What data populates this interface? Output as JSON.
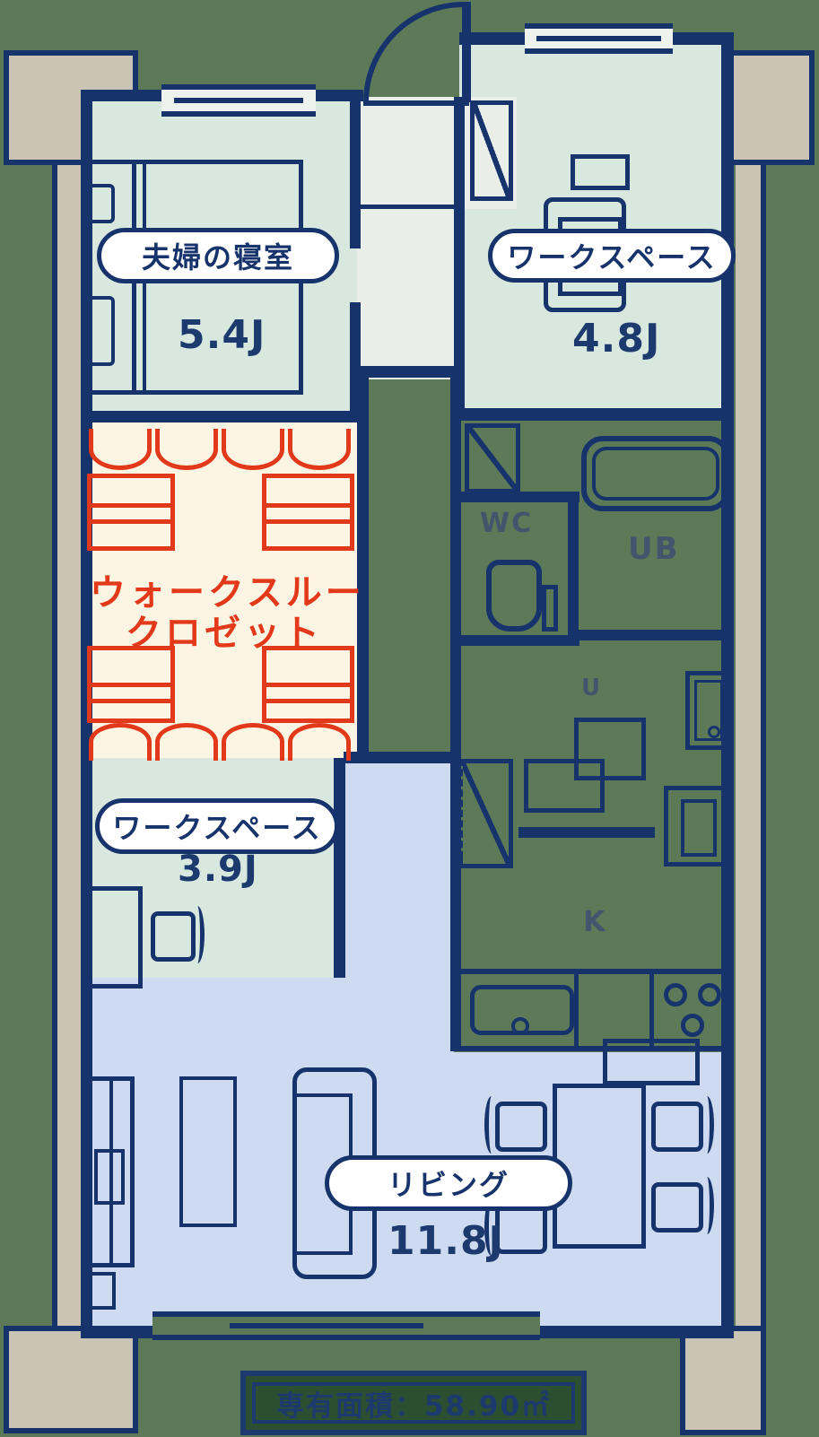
{
  "rooms": {
    "bedroom": {
      "label": "夫婦の寝室",
      "size": "5.4J"
    },
    "workspace_top": {
      "label": "ワークスペース",
      "size": "4.8J"
    },
    "closet": {
      "line1": "ウォークスルー",
      "line2": "クロゼット"
    },
    "workspace_left": {
      "label": "ワークスペース",
      "size": "3.9J"
    },
    "living": {
      "label": "リビング",
      "size": "11.8J"
    },
    "wc": {
      "label": "WC"
    },
    "bath": {
      "label": "UB"
    },
    "utility": {
      "label": "U"
    },
    "kitchen": {
      "label": "K"
    }
  },
  "footer": {
    "area_text": "専有面積：58.90㎡"
  },
  "colors": {
    "background": "#5c7a57",
    "wall_navy": "#17336b",
    "balcony_beige": "#cac4b4",
    "room_mint": "#d9e8df",
    "hall_pale": "#e9efe8",
    "closet_cream": "#fdf5e3",
    "closet_red": "#e2391b",
    "living_blue": "#cddaf0",
    "banner_green": "#2b4f30"
  }
}
